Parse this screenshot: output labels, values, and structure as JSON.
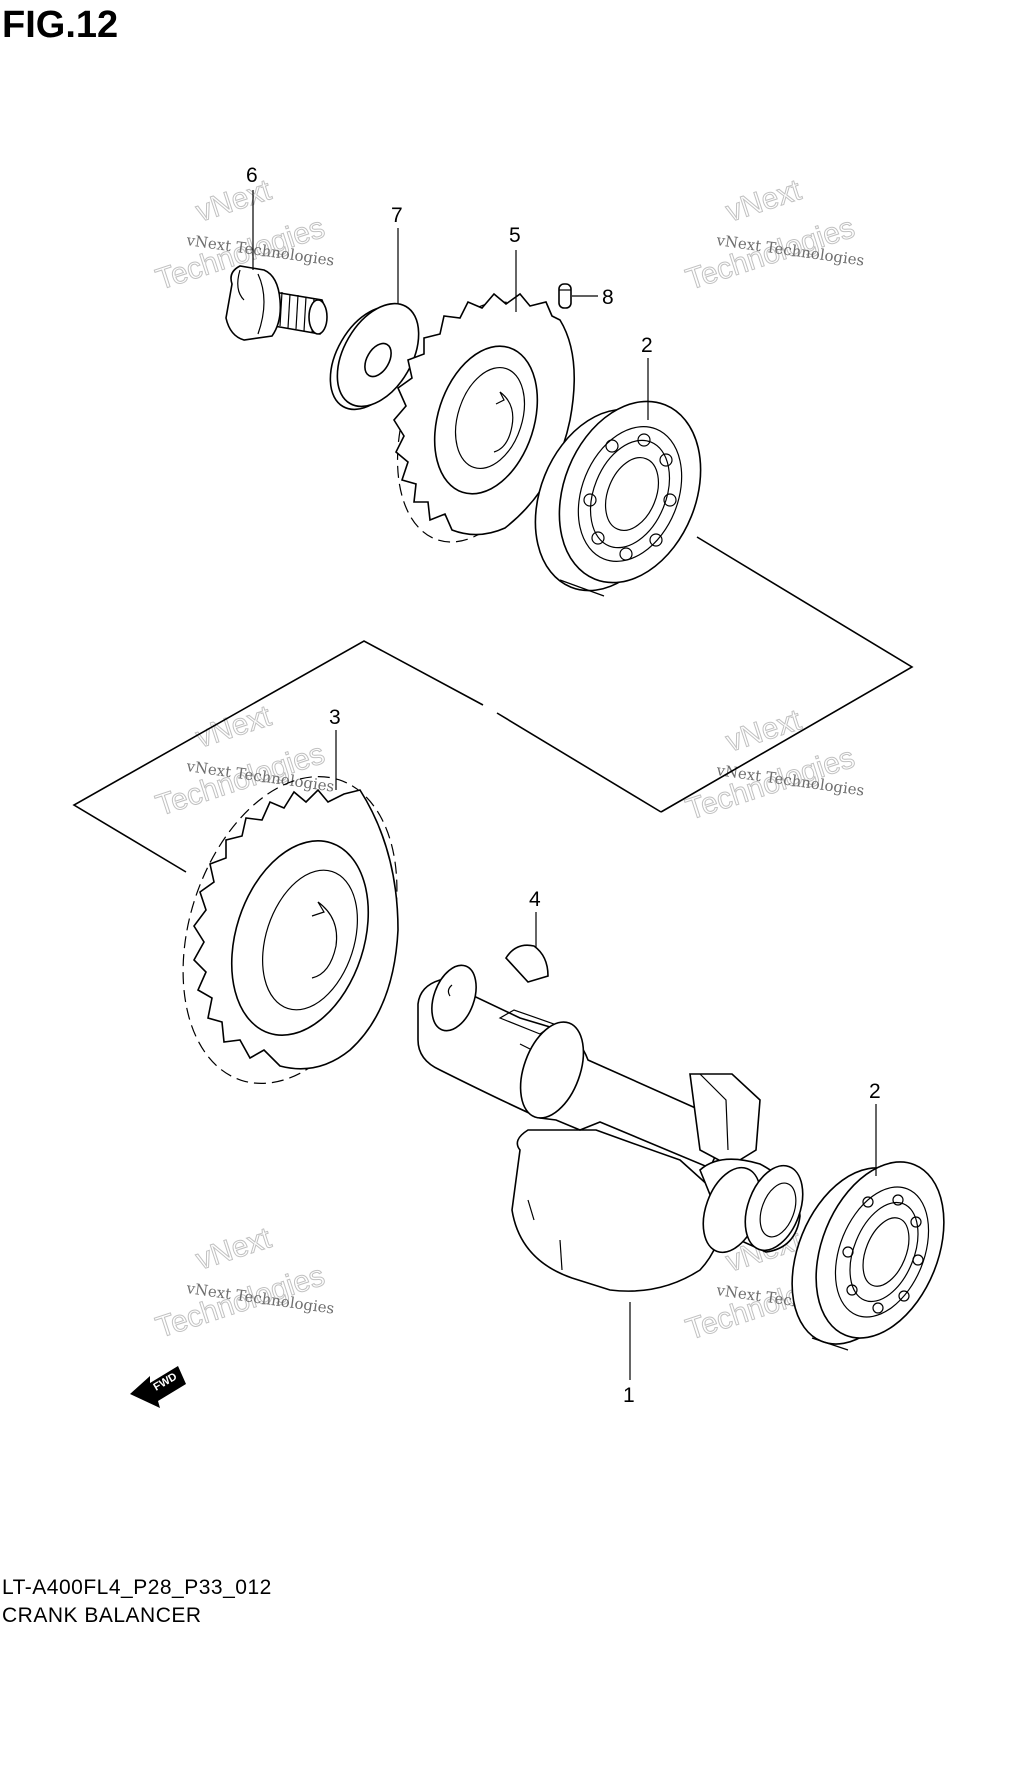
{
  "figure": {
    "title": "FIG.12",
    "code": "LT-A400FL4_P28_P33_012",
    "name": "CRANK BALANCER"
  },
  "callouts": [
    "6",
    "7",
    "5",
    "8",
    "2",
    "3",
    "4",
    "2",
    "1"
  ],
  "watermark": {
    "line1": "vNext Technologies",
    "line2": "vNext",
    "line3": "Technologies"
  },
  "fwd_label": "FWD"
}
